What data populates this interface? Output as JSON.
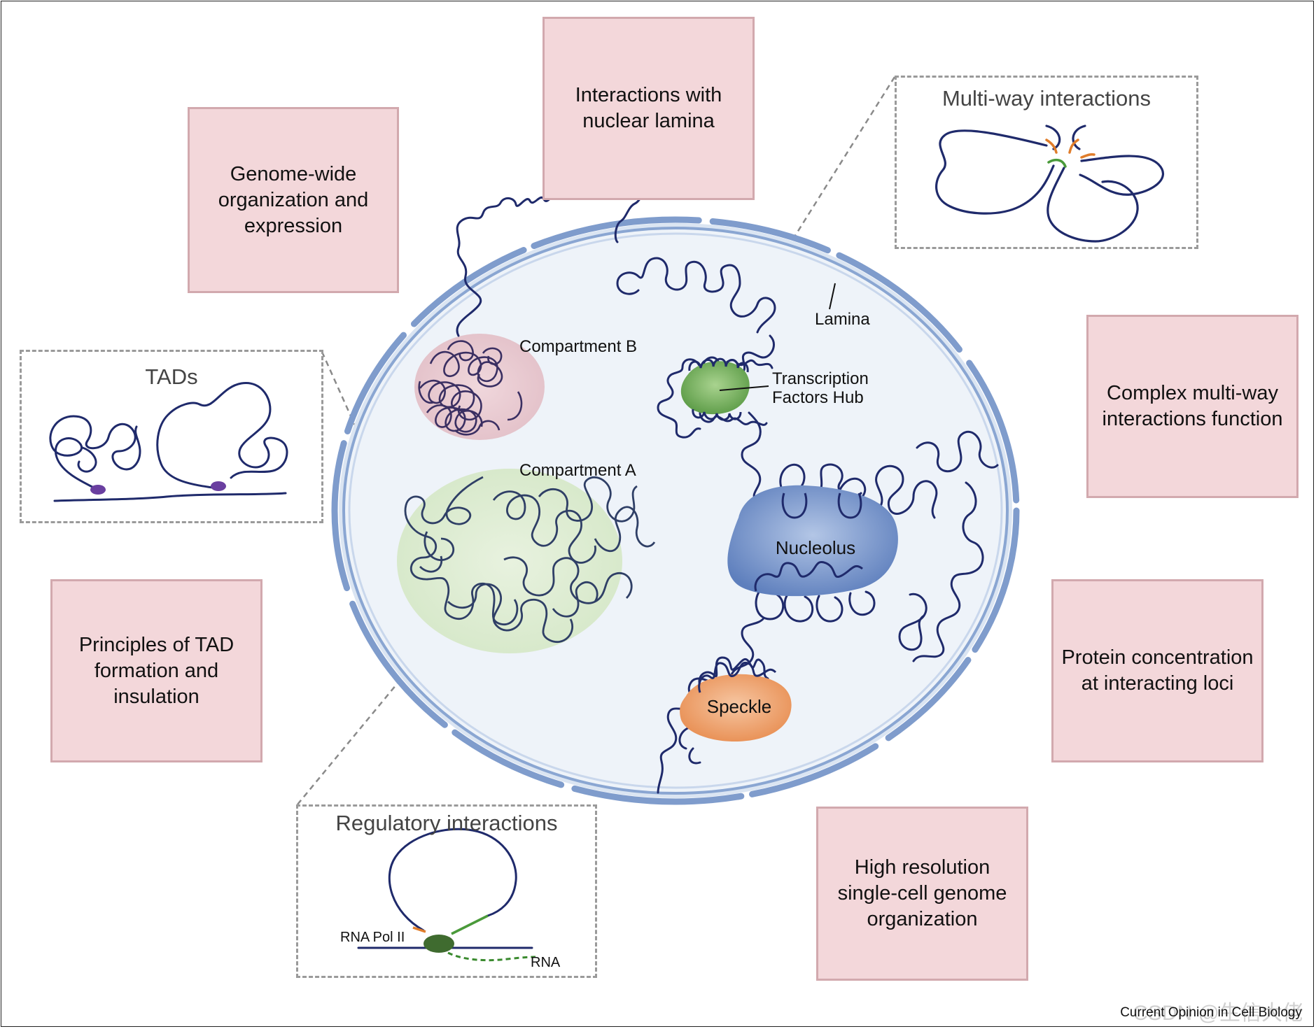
{
  "boxes": {
    "genome_wide": "Genome-wide organization and expression",
    "nuclear_lamina": "Interactions with nuclear lamina",
    "complex_multiway": "Complex multi-way interactions function",
    "protein_concentration": "Protein concentration at interacting loci",
    "high_resolution": "High resolution single-cell genome organization",
    "tad_principles": "Principles of TAD formation and insulation"
  },
  "insets": {
    "tads": "TADs",
    "multiway": "Multi-way interactions",
    "regulatory": "Regulatory interactions",
    "rna_pol": "RNA Pol II",
    "rna": "RNA"
  },
  "nucleus": {
    "compartment_b": "Compartment B",
    "compartment_a": "Compartment A",
    "lamina": "Lamina",
    "tf_hub_line1": "Transcription",
    "tf_hub_line2": "Factors Hub",
    "nucleolus": "Nucleolus",
    "speckle": "Speckle"
  },
  "footer": {
    "credit": "Current Opinion in Cell Biology",
    "watermark": "CSDN @生信大佬"
  },
  "colors": {
    "box_fill": "#f3d7da",
    "box_border": "#d2a9ae",
    "chromatin": "#1f2a6b",
    "nucleus_fill": "#eef3f9",
    "envelope": "#7f9ccc",
    "compartment_b": "#e9c9d0",
    "compartment_a": "#dcebd2",
    "tf_hub": "#79b061",
    "nucleolus": "#6f8ec6",
    "speckle": "#eea06c"
  }
}
